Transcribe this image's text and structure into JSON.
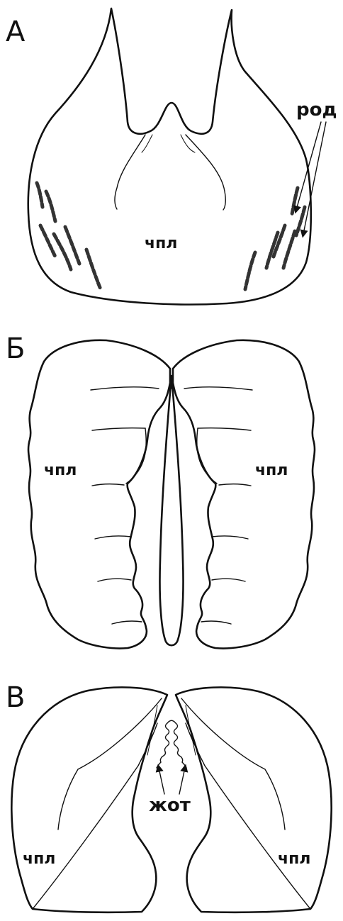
{
  "panels": {
    "a": {
      "letter": "А",
      "center_label": "чпл",
      "arrow_label": "род"
    },
    "b": {
      "letter": "Б",
      "left_label": "чпл",
      "right_label": "чпл"
    },
    "c": {
      "letter": "В",
      "center_label": "жот",
      "left_label": "чпл",
      "right_label": "чпл"
    }
  }
}
